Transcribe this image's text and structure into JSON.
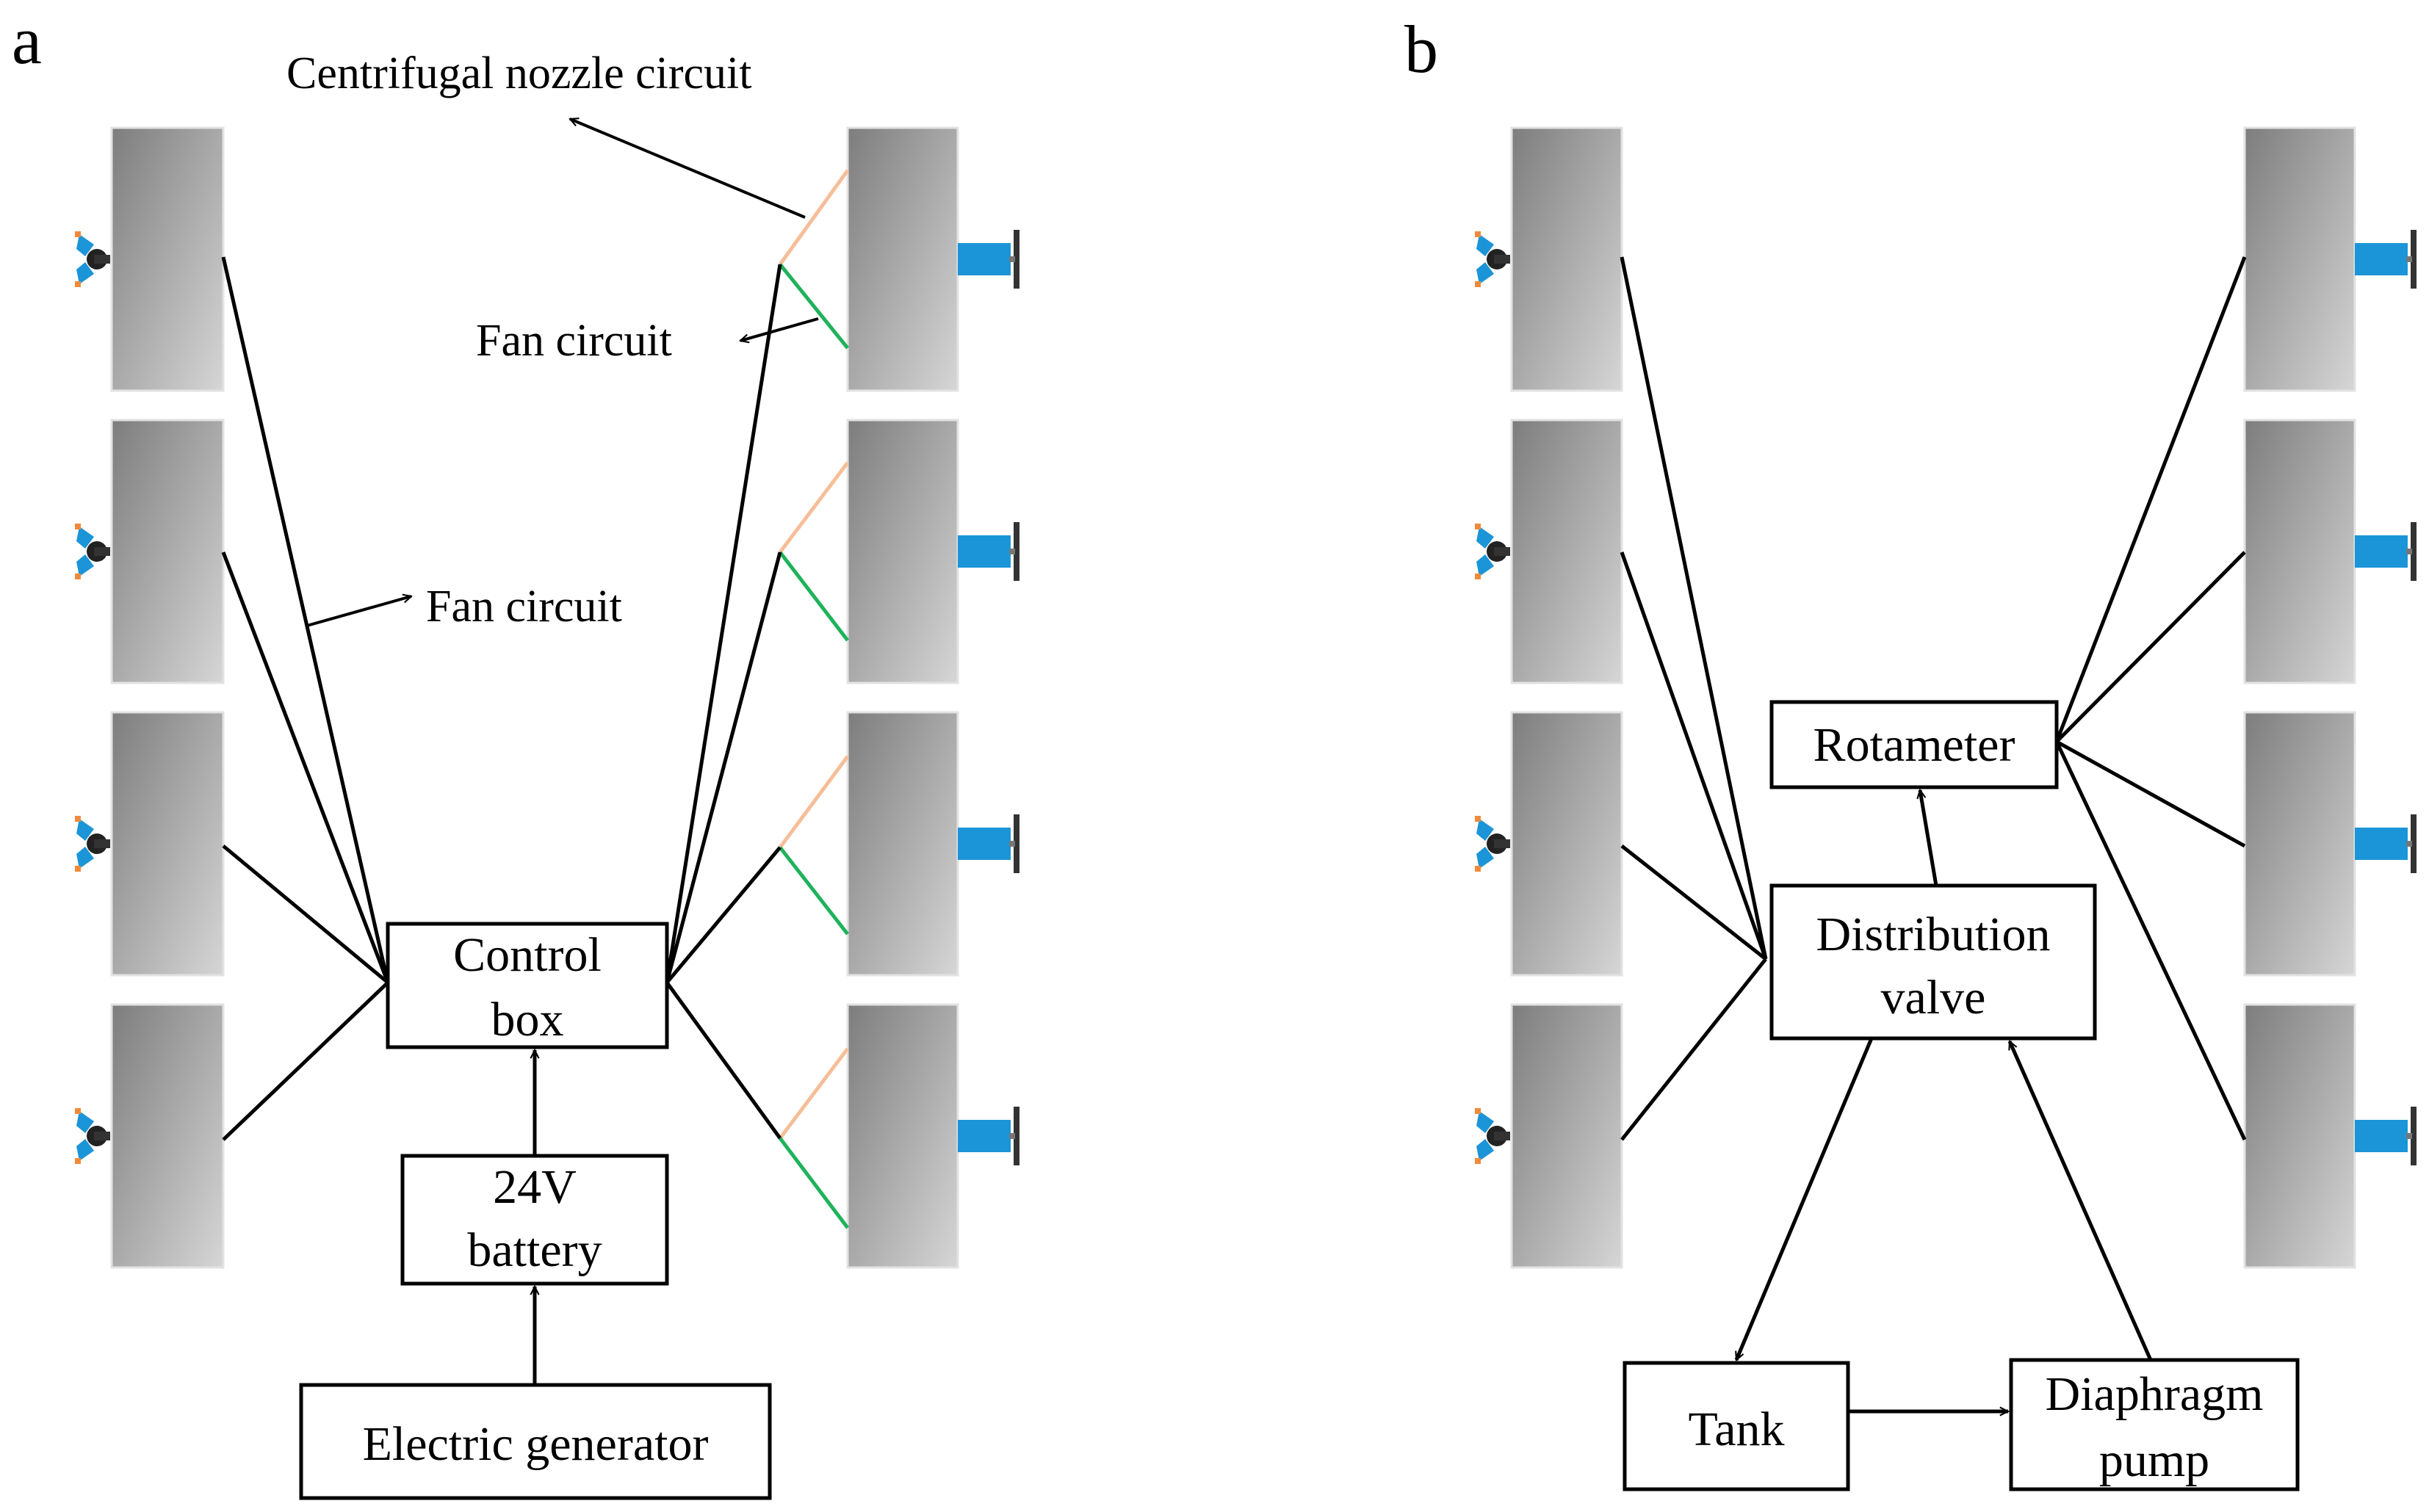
{
  "panel_a": {
    "letter": "a",
    "labels": {
      "nozzle_circuit": "Centrifugal nozzle circuit",
      "fan_circuit_right": "Fan circuit",
      "fan_circuit_left": "Fan circuit"
    },
    "boxes": {
      "control_box": [
        "Control",
        "box"
      ],
      "battery": [
        "24V",
        "battery"
      ],
      "generator": [
        "Electric generator"
      ]
    }
  },
  "panel_b": {
    "letter": "b",
    "boxes": {
      "rotameter": [
        "Rotameter"
      ],
      "distribution_valve": [
        "Distribution",
        "valve"
      ],
      "tank": [
        "Tank"
      ],
      "diaphragm_pump": [
        "Diaphragm",
        "pump"
      ]
    }
  },
  "colors": {
    "nozzle_wire": "#f6be98",
    "fan_wire": "#1fb25a",
    "nozzle_blue": "#1b95d8",
    "fan_blue": "#1b95d8"
  },
  "icons": {
    "left_units": "centrifugal-nozzle-icon",
    "right_units": "fan-icon"
  }
}
